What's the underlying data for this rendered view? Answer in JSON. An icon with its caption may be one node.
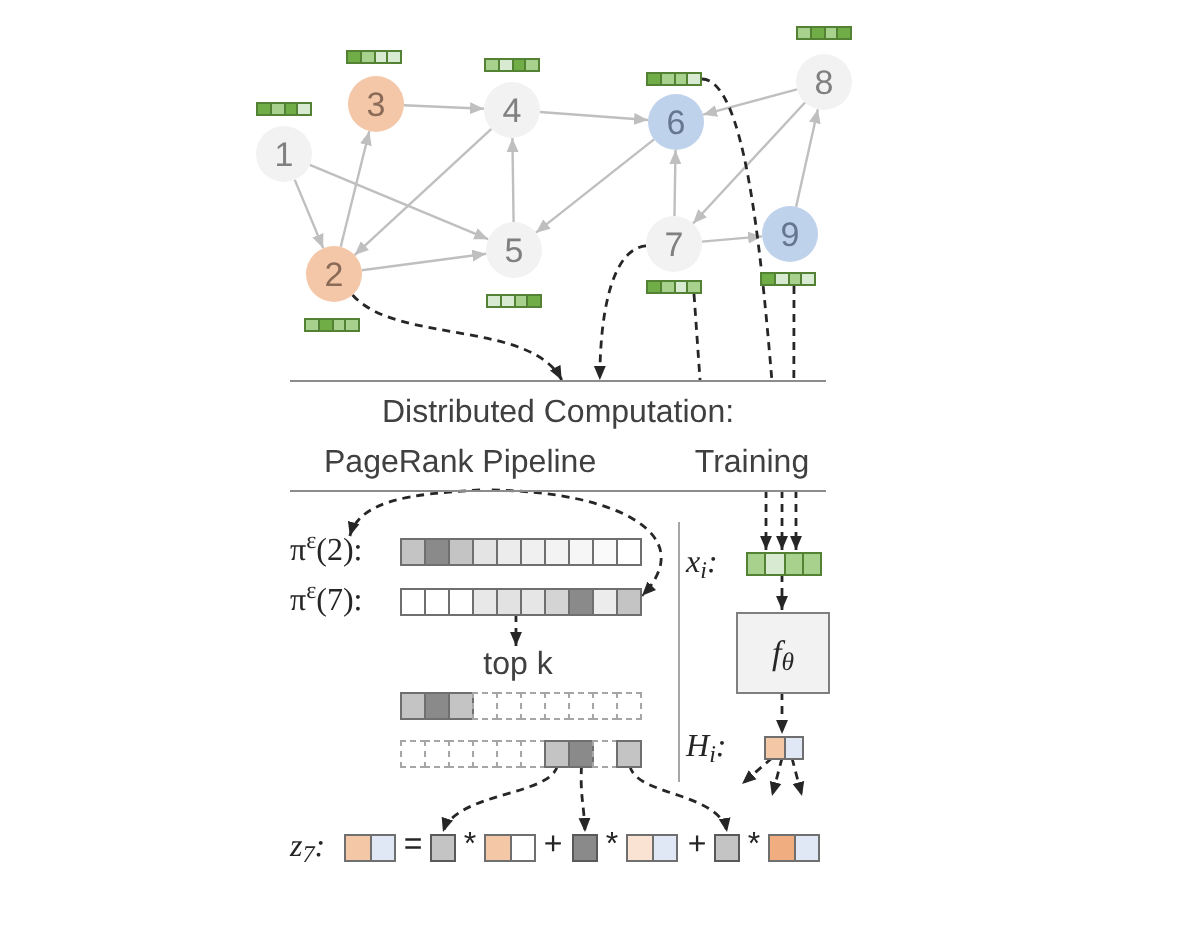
{
  "diagram": {
    "nodes": [
      {
        "text": [
          "1"
        ]
      },
      {
        "text": [
          "2"
        ]
      },
      {
        "text": [
          "3"
        ]
      },
      {
        "text": [
          "4"
        ]
      },
      {
        "text": [
          "5"
        ]
      },
      {
        "text": [
          "6"
        ]
      },
      {
        "text": [
          "7"
        ]
      },
      {
        "text": [
          "8"
        ]
      },
      {
        "text": [
          "9"
        ]
      },
      {
        "text": [],
        "shape": "bar"
      },
      {
        "text": [],
        "shape": "bar"
      },
      {
        "text": [],
        "shape": "bar"
      },
      {
        "text": [],
        "shape": "bar"
      },
      {
        "text": [],
        "shape": "bar"
      },
      {
        "text": [],
        "shape": "bar"
      },
      {
        "text": [],
        "shape": "bar"
      },
      {
        "text": [],
        "shape": "bar"
      },
      {
        "text": [],
        "shape": "bar"
      },
      {
        "text": [
          "Distributed Computation:"
        ]
      },
      {
        "text": [
          "PageRank Pipeline"
        ],
        "in": 18
      },
      {
        "text": [
          "Training"
        ],
        "in": 18
      },
      {
        "text": [
          "π$^{ε}$(2):"
        ],
        "in": 18
      },
      {
        "text": [
          "π$^{ε}$(7):"
        ],
        "in": 18
      },
      {
        "text": [
          "top k"
        ],
        "in": 18
      },
      {
        "text": [],
        "shape": "bar",
        "in": 18
      },
      {
        "text": [],
        "shape": "bar",
        "in": 18
      },
      {
        "text": [
          "z$_{7}$:"
        ],
        "in": 18
      },
      {
        "text": [],
        "shape": "box",
        "in": 18
      },
      {
        "text": [],
        "shape": "bar",
        "in": 18
      },
      {
        "text": [],
        "shape": "box",
        "in": 18
      },
      {
        "text": [],
        "shape": "bar",
        "in": 18
      },
      {
        "text": [],
        "shape": "box",
        "in": 18
      },
      {
        "text": [],
        "shape": "bar",
        "in": 18
      },
      {
        "text": [
          "x$_{i}$:"
        ],
        "in": 18
      },
      {
        "text": [
          "f$_{θ}$"
        ],
        "in": 18
      },
      {
        "text": [
          "H$_{i}$:"
        ],
        "in": 18
      }
    ],
    "edges": [
      {
        "from": 0,
        "to": 1,
        "arrow": "to",
        "color": "#bfbfbf"
      },
      {
        "from": 0,
        "to": 4,
        "arrow": "to",
        "color": "#bfbfbf"
      },
      {
        "from": 1,
        "to": 2,
        "arrow": "to",
        "color": "#bfbfbf"
      },
      {
        "from": 1,
        "to": 4,
        "arrow": "to",
        "color": "#bfbfbf"
      },
      {
        "from": 2,
        "to": 3,
        "arrow": "to",
        "color": "#bfbfbf"
      },
      {
        "from": 3,
        "to": 1,
        "arrow": "to",
        "color": "#bfbfbf"
      },
      {
        "from": 3,
        "to": 5,
        "arrow": "to",
        "color": "#bfbfbf"
      },
      {
        "from": 4,
        "to": 3,
        "arrow": "to",
        "color": "#bfbfbf"
      },
      {
        "from": 5,
        "to": 4,
        "arrow": "to",
        "color": "#bfbfbf"
      },
      {
        "from": 6,
        "to": 5,
        "arrow": "to",
        "color": "#bfbfbf"
      },
      {
        "from": 6,
        "to": 8,
        "arrow": "to",
        "color": "#bfbfbf"
      },
      {
        "from": 7,
        "to": 5,
        "arrow": "to",
        "color": "#bfbfbf"
      },
      {
        "from": 7,
        "to": 6,
        "arrow": "to",
        "color": "#bfbfbf"
      },
      {
        "from": 8,
        "to": 7,
        "arrow": "to",
        "color": "#bfbfbf"
      },
      {
        "from": 1,
        "to": 18,
        "arrow": "to",
        "style": "dashed"
      },
      {
        "from": 6,
        "to": 18,
        "arrow": "to",
        "style": "dashed"
      },
      {
        "from": 14,
        "to": 18,
        "arrow": "none",
        "style": "dashed"
      },
      {
        "from": 15,
        "to": 18,
        "arrow": "none",
        "style": "dashed"
      },
      {
        "from": 16,
        "to": 18,
        "arrow": "none",
        "style": "dashed"
      },
      {
        "from": 19,
        "to": 21,
        "arrow": "to",
        "style": "dashed"
      },
      {
        "from": 19,
        "to": 22,
        "arrow": "to",
        "style": "dashed"
      },
      {
        "from": 22,
        "to": 23,
        "arrow": "to",
        "style": "dashed"
      },
      {
        "from": 20,
        "to": 33,
        "arrow": "to",
        "style": "dashed"
      },
      {
        "from": 20,
        "to": 33,
        "arrow": "to",
        "style": "dashed"
      },
      {
        "from": 20,
        "to": 33,
        "arrow": "to",
        "style": "dashed"
      },
      {
        "from": 33,
        "to": 34,
        "arrow": "to",
        "style": "dashed"
      },
      {
        "from": 34,
        "to": 35,
        "arrow": "to",
        "style": "dashed"
      },
      {
        "from": 35,
        "to": null,
        "arrow": "to",
        "style": "dashed"
      },
      {
        "from": 35,
        "to": null,
        "arrow": "to",
        "style": "dashed"
      },
      {
        "from": 35,
        "to": null,
        "arrow": "to",
        "style": "dashed"
      },
      {
        "from": 25,
        "to": 27,
        "arrow": "to",
        "style": "dashed"
      },
      {
        "from": 25,
        "to": 29,
        "arrow": "to",
        "style": "dashed"
      },
      {
        "from": 25,
        "to": 31,
        "arrow": "to",
        "style": "dashed"
      }
    ],
    "labels": [
      "=",
      "*",
      "+",
      "*",
      "+",
      "*"
    ]
  }
}
